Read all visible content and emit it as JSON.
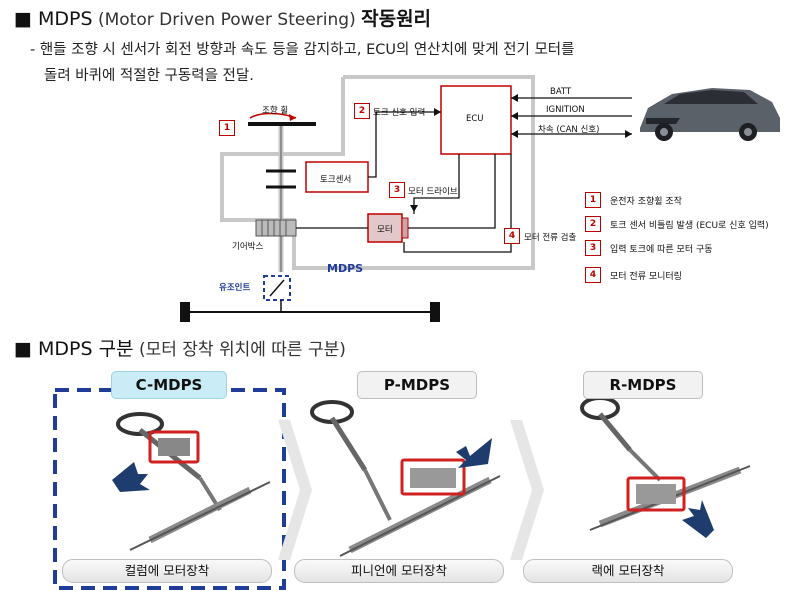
{
  "header": {
    "title_main": "■ MDPS",
    "title_sub": " (Motor Driven Power Steering) ",
    "title_tail": "작동원리"
  },
  "description": {
    "line1": "- 핸들 조향 시 센서가 회전 방향과 속도 등을 감지하고, ECU의 연산치에 맞게 전기 모터를",
    "line2": "돌려 바퀴에 적절한 구동력을 전달."
  },
  "diagram": {
    "steering_wheel_label": "조향 휠",
    "torque_sensor_label": "토크센서",
    "gearbox_label": "기어박스",
    "motor_label": "모터",
    "ecu_label": "ECU",
    "universal_joint_label": "유조인트",
    "system_label": "MDPS",
    "torque_signal_label": "토크 신호 입력",
    "motor_drive_label": "모터 드라이브",
    "motor_current_label": "모터 전류 검출",
    "inputs": [
      "BATT",
      "IGNITION",
      "차속 (CAN 신호)"
    ],
    "steps": [
      "1",
      "2",
      "3",
      "4"
    ]
  },
  "legend": [
    {
      "num": "1",
      "text": "운전자 조향휠 조작"
    },
    {
      "num": "2",
      "text": "토크 센서 비틀림 발생 (ECU로 신호 입력)"
    },
    {
      "num": "3",
      "text": "입력 토크에 따른 모터 구동"
    },
    {
      "num": "4",
      "text": "모터 전류 모니터링"
    }
  ],
  "section2": {
    "title_main": "■ MDPS  구분",
    "title_sub": " (모터 장착 위치에 따른 구분)"
  },
  "types": [
    {
      "tag": "C-MDPS",
      "caption": "컬럼에 모터장착",
      "selected": true
    },
    {
      "tag": "P-MDPS",
      "caption": "피니언에 모터장착",
      "selected": false
    },
    {
      "tag": "R-MDPS",
      "caption": "랙에 모터장착",
      "selected": false
    }
  ],
  "colors": {
    "accent_red": "#c00000",
    "navy": "#1f3c99",
    "diagram_gray": "#c8c8c8",
    "tag_highlight": "#c9ecf6"
  }
}
